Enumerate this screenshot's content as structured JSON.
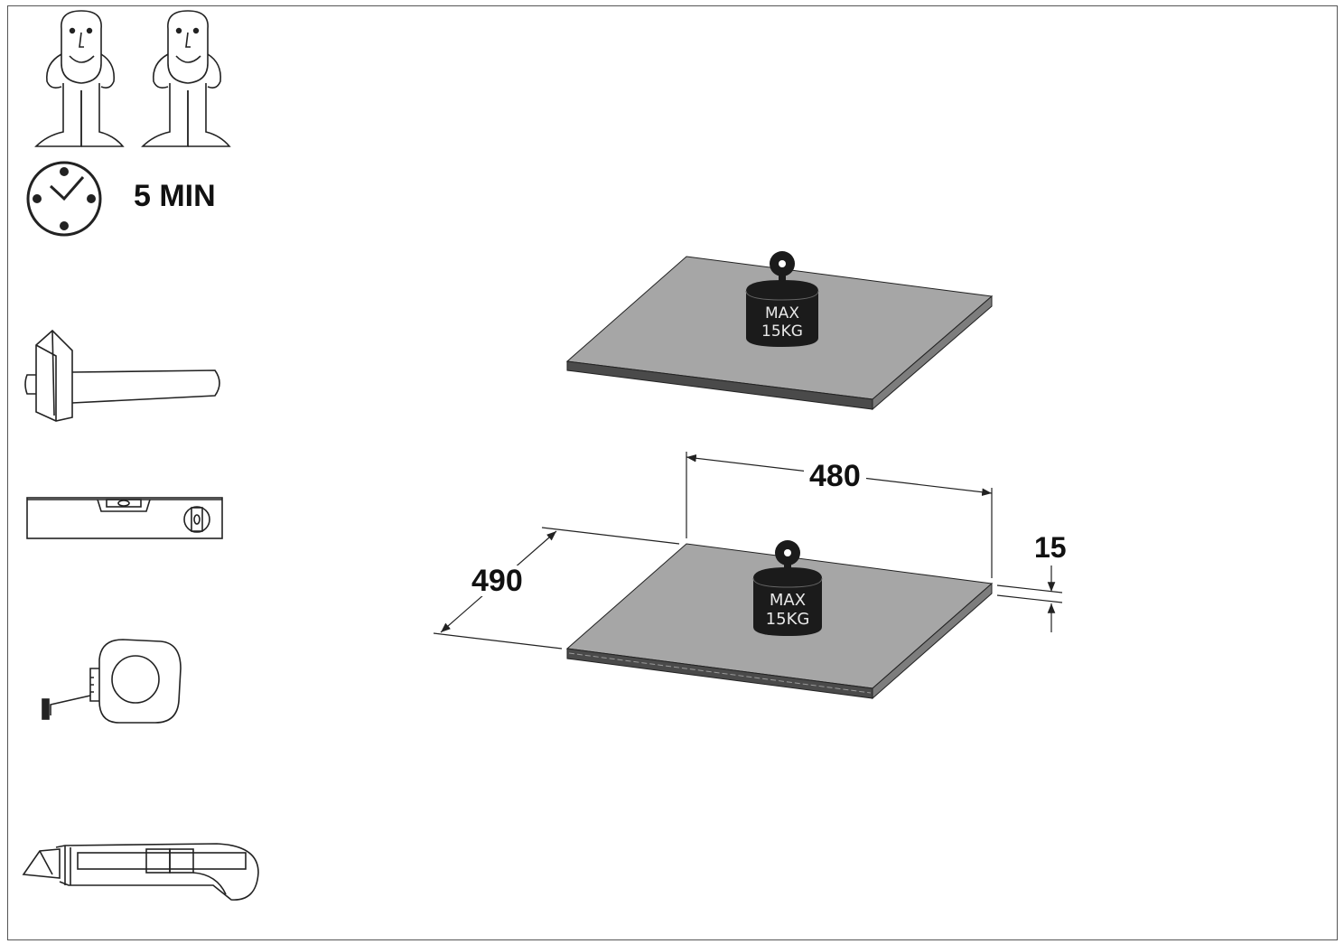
{
  "time": {
    "label": "5 MIN"
  },
  "tools": [
    "people-icon",
    "clock-icon",
    "hammer-icon",
    "spirit-level-icon",
    "tape-measure-icon",
    "utility-knife-icon"
  ],
  "shelves": [
    {
      "weight_line1": "MAX",
      "weight_line2": "15KG"
    },
    {
      "weight_line1": "MAX",
      "weight_line2": "15KG"
    }
  ],
  "dimensions": {
    "width": "480",
    "depth": "490",
    "thickness": "15"
  },
  "colors": {
    "shelf_top": "#a6a6a6",
    "shelf_edge": "#4a4a4a",
    "weight": "#1b1b1b",
    "line": "#222222"
  }
}
